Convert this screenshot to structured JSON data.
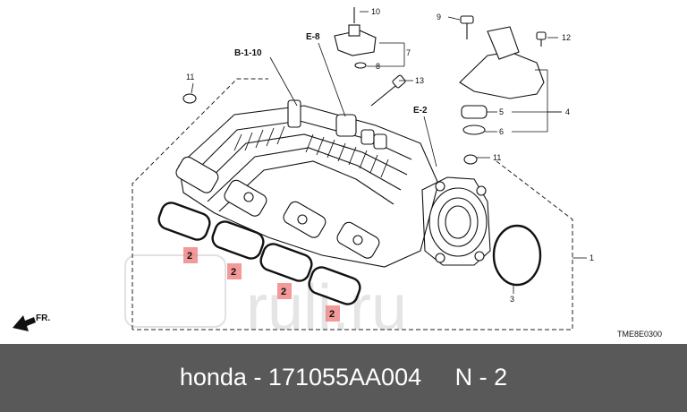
{
  "callouts": {
    "c1": "1",
    "c2": "2",
    "c3": "3",
    "c4": "4",
    "c5": "5",
    "c6": "6",
    "c7": "7",
    "c8": "8",
    "c9": "9",
    "c10": "10",
    "c11": "11",
    "c12": "12",
    "c13": "13"
  },
  "refs": {
    "b110": "B-1-10",
    "e8": "E-8",
    "e2": "E-2"
  },
  "direction": "FR.",
  "diagram_code": "TME8E0300",
  "watermark": "ruli.ru",
  "caption": {
    "text": "honda - 171055AA004     N - 2"
  },
  "colors": {
    "caption_bg": "#595959",
    "highlight": "#f08080",
    "watermark": "#c8c8c8"
  }
}
